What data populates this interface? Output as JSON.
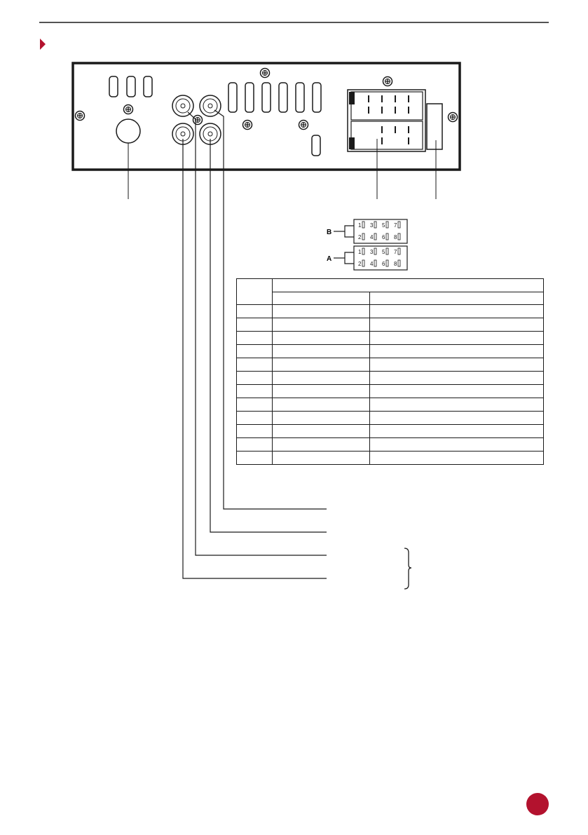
{
  "colors": {
    "accent": "#b3122e",
    "line": "#1a1a1a"
  },
  "connector": {
    "rows": [
      {
        "label": "B",
        "pins_top": [
          "1",
          "3",
          "5",
          "7"
        ],
        "pins_bottom": [
          "2",
          "4",
          "6",
          "8"
        ]
      },
      {
        "label": "A",
        "pins_top": [
          "1",
          "3",
          "5",
          "7"
        ],
        "pins_bottom": [
          "2",
          "4",
          "6",
          "8"
        ]
      }
    ]
  },
  "pin_table": {
    "header": {
      "group": "",
      "sub_a": "",
      "sub_b": ""
    },
    "rows": [
      {
        "pin": "",
        "a": "",
        "b": ""
      },
      {
        "pin": "",
        "a": "",
        "b": ""
      },
      {
        "pin": "",
        "a": "",
        "b": ""
      },
      {
        "pin": "",
        "a": "",
        "b": ""
      },
      {
        "pin": "",
        "a": "",
        "b": ""
      },
      {
        "pin": "",
        "a": "",
        "b": ""
      },
      {
        "pin": "",
        "a": "",
        "b": ""
      },
      {
        "pin": "",
        "a": "",
        "b": ""
      },
      {
        "pin": "",
        "a": "",
        "b": ""
      },
      {
        "pin": "",
        "a": "",
        "b": ""
      },
      {
        "pin": "",
        "a": "",
        "b": ""
      },
      {
        "pin": "",
        "a": "",
        "b": ""
      }
    ]
  },
  "page_number": ""
}
